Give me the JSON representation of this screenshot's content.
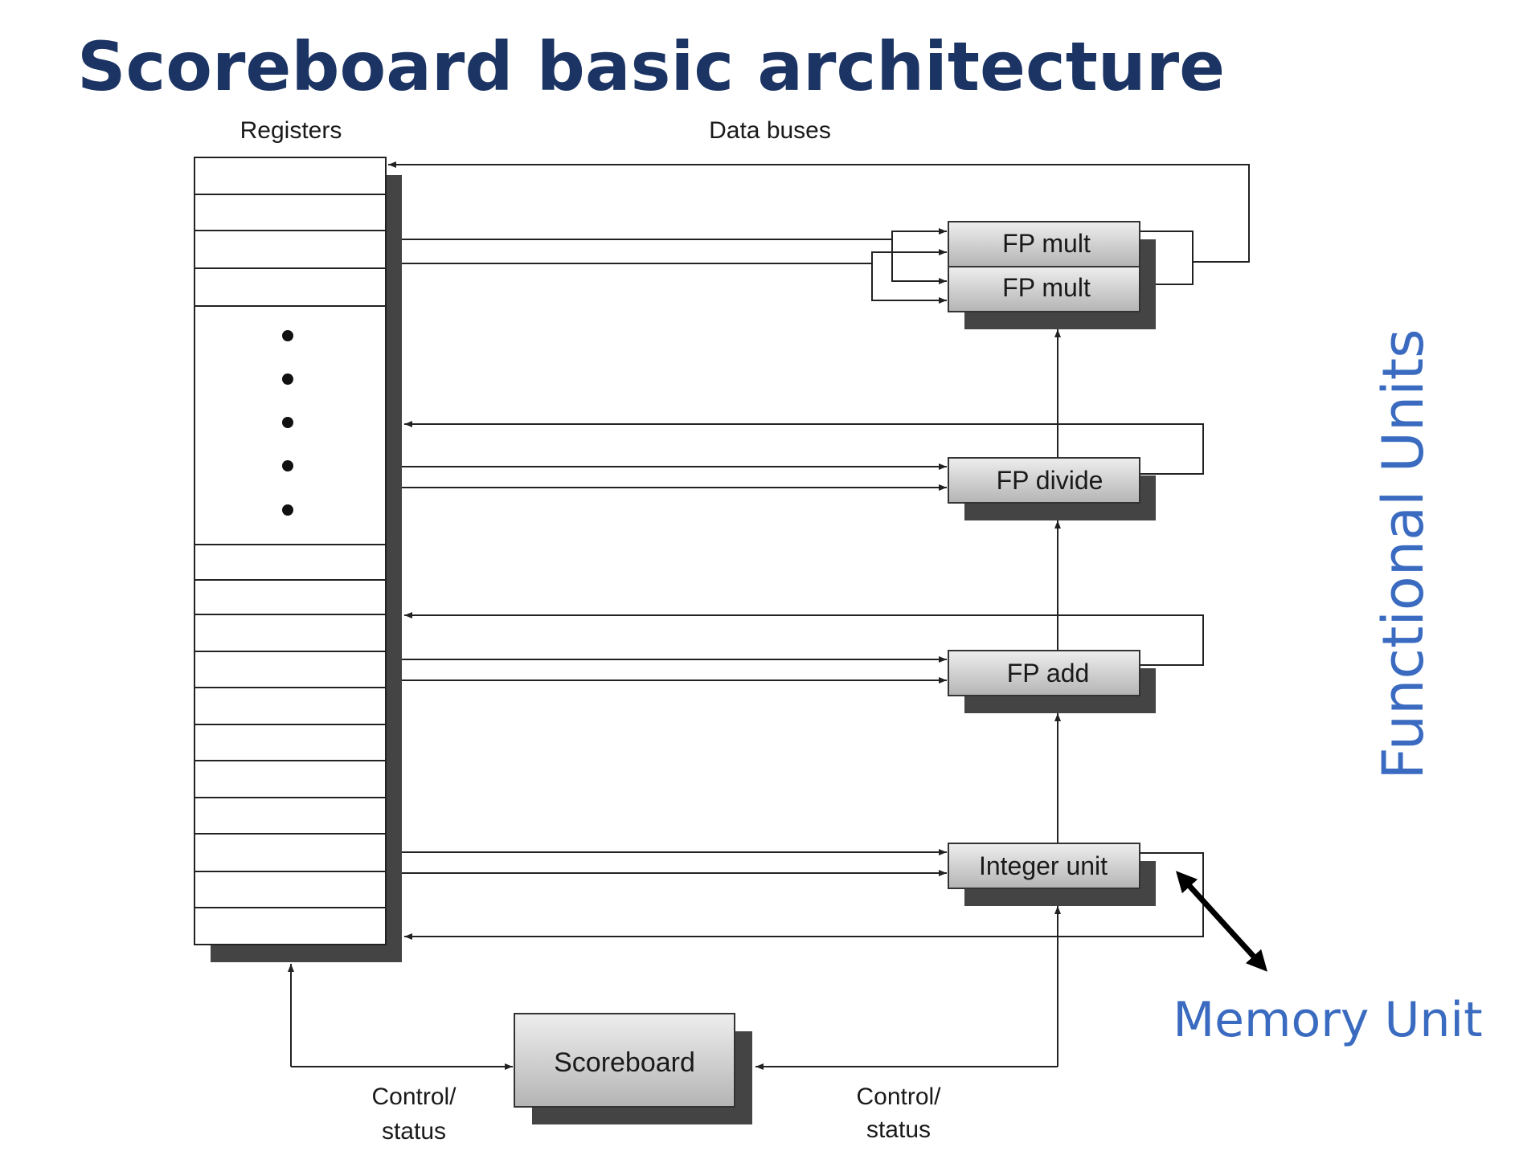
{
  "title": "Scoreboard basic architecture",
  "labels": {
    "registers": "Registers",
    "data_buses": "Data buses",
    "control_left_1": "Control/",
    "control_left_2": "status",
    "control_right_1": "Control/",
    "control_right_2": "status"
  },
  "units": {
    "fp_mult_1": "FP mult",
    "fp_mult_2": "FP mult",
    "fp_divide": "FP divide",
    "fp_add": "FP add",
    "integer_unit": "Integer unit",
    "scoreboard": "Scoreboard"
  },
  "annotations": {
    "functional_units": "Functional Units",
    "memory_unit": "Memory Unit"
  },
  "colors": {
    "title": "#1c3464",
    "annotation": "#3a6bc0",
    "shadow": "#444444"
  }
}
